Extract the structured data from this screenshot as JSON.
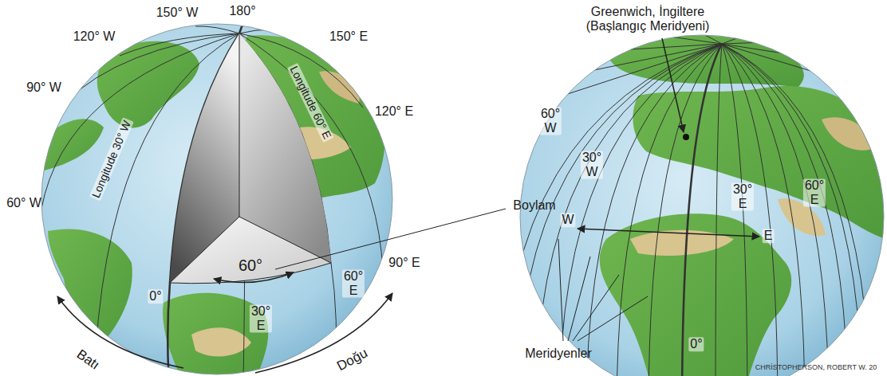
{
  "diagram": {
    "labels": [
      "150° W",
      "180°",
      "120° W",
      "150° E",
      "90° W",
      "Longitude 30° W",
      "Longitude 60° E",
      "120° E",
      "Boylam",
      "60° W",
      "60°",
      "90° E",
      "60° E",
      "0°",
      "30° E",
      "Batı",
      "Doğu",
      "Greenwich, İngiltere (Başlangıç Meridyeni)",
      "60° W",
      "30° W",
      "0°",
      "30° E",
      "60° E",
      "W",
      "E",
      "Meridyenler",
      "CHRİSTOPHERSON, ROBERT W. 20"
    ]
  }
}
